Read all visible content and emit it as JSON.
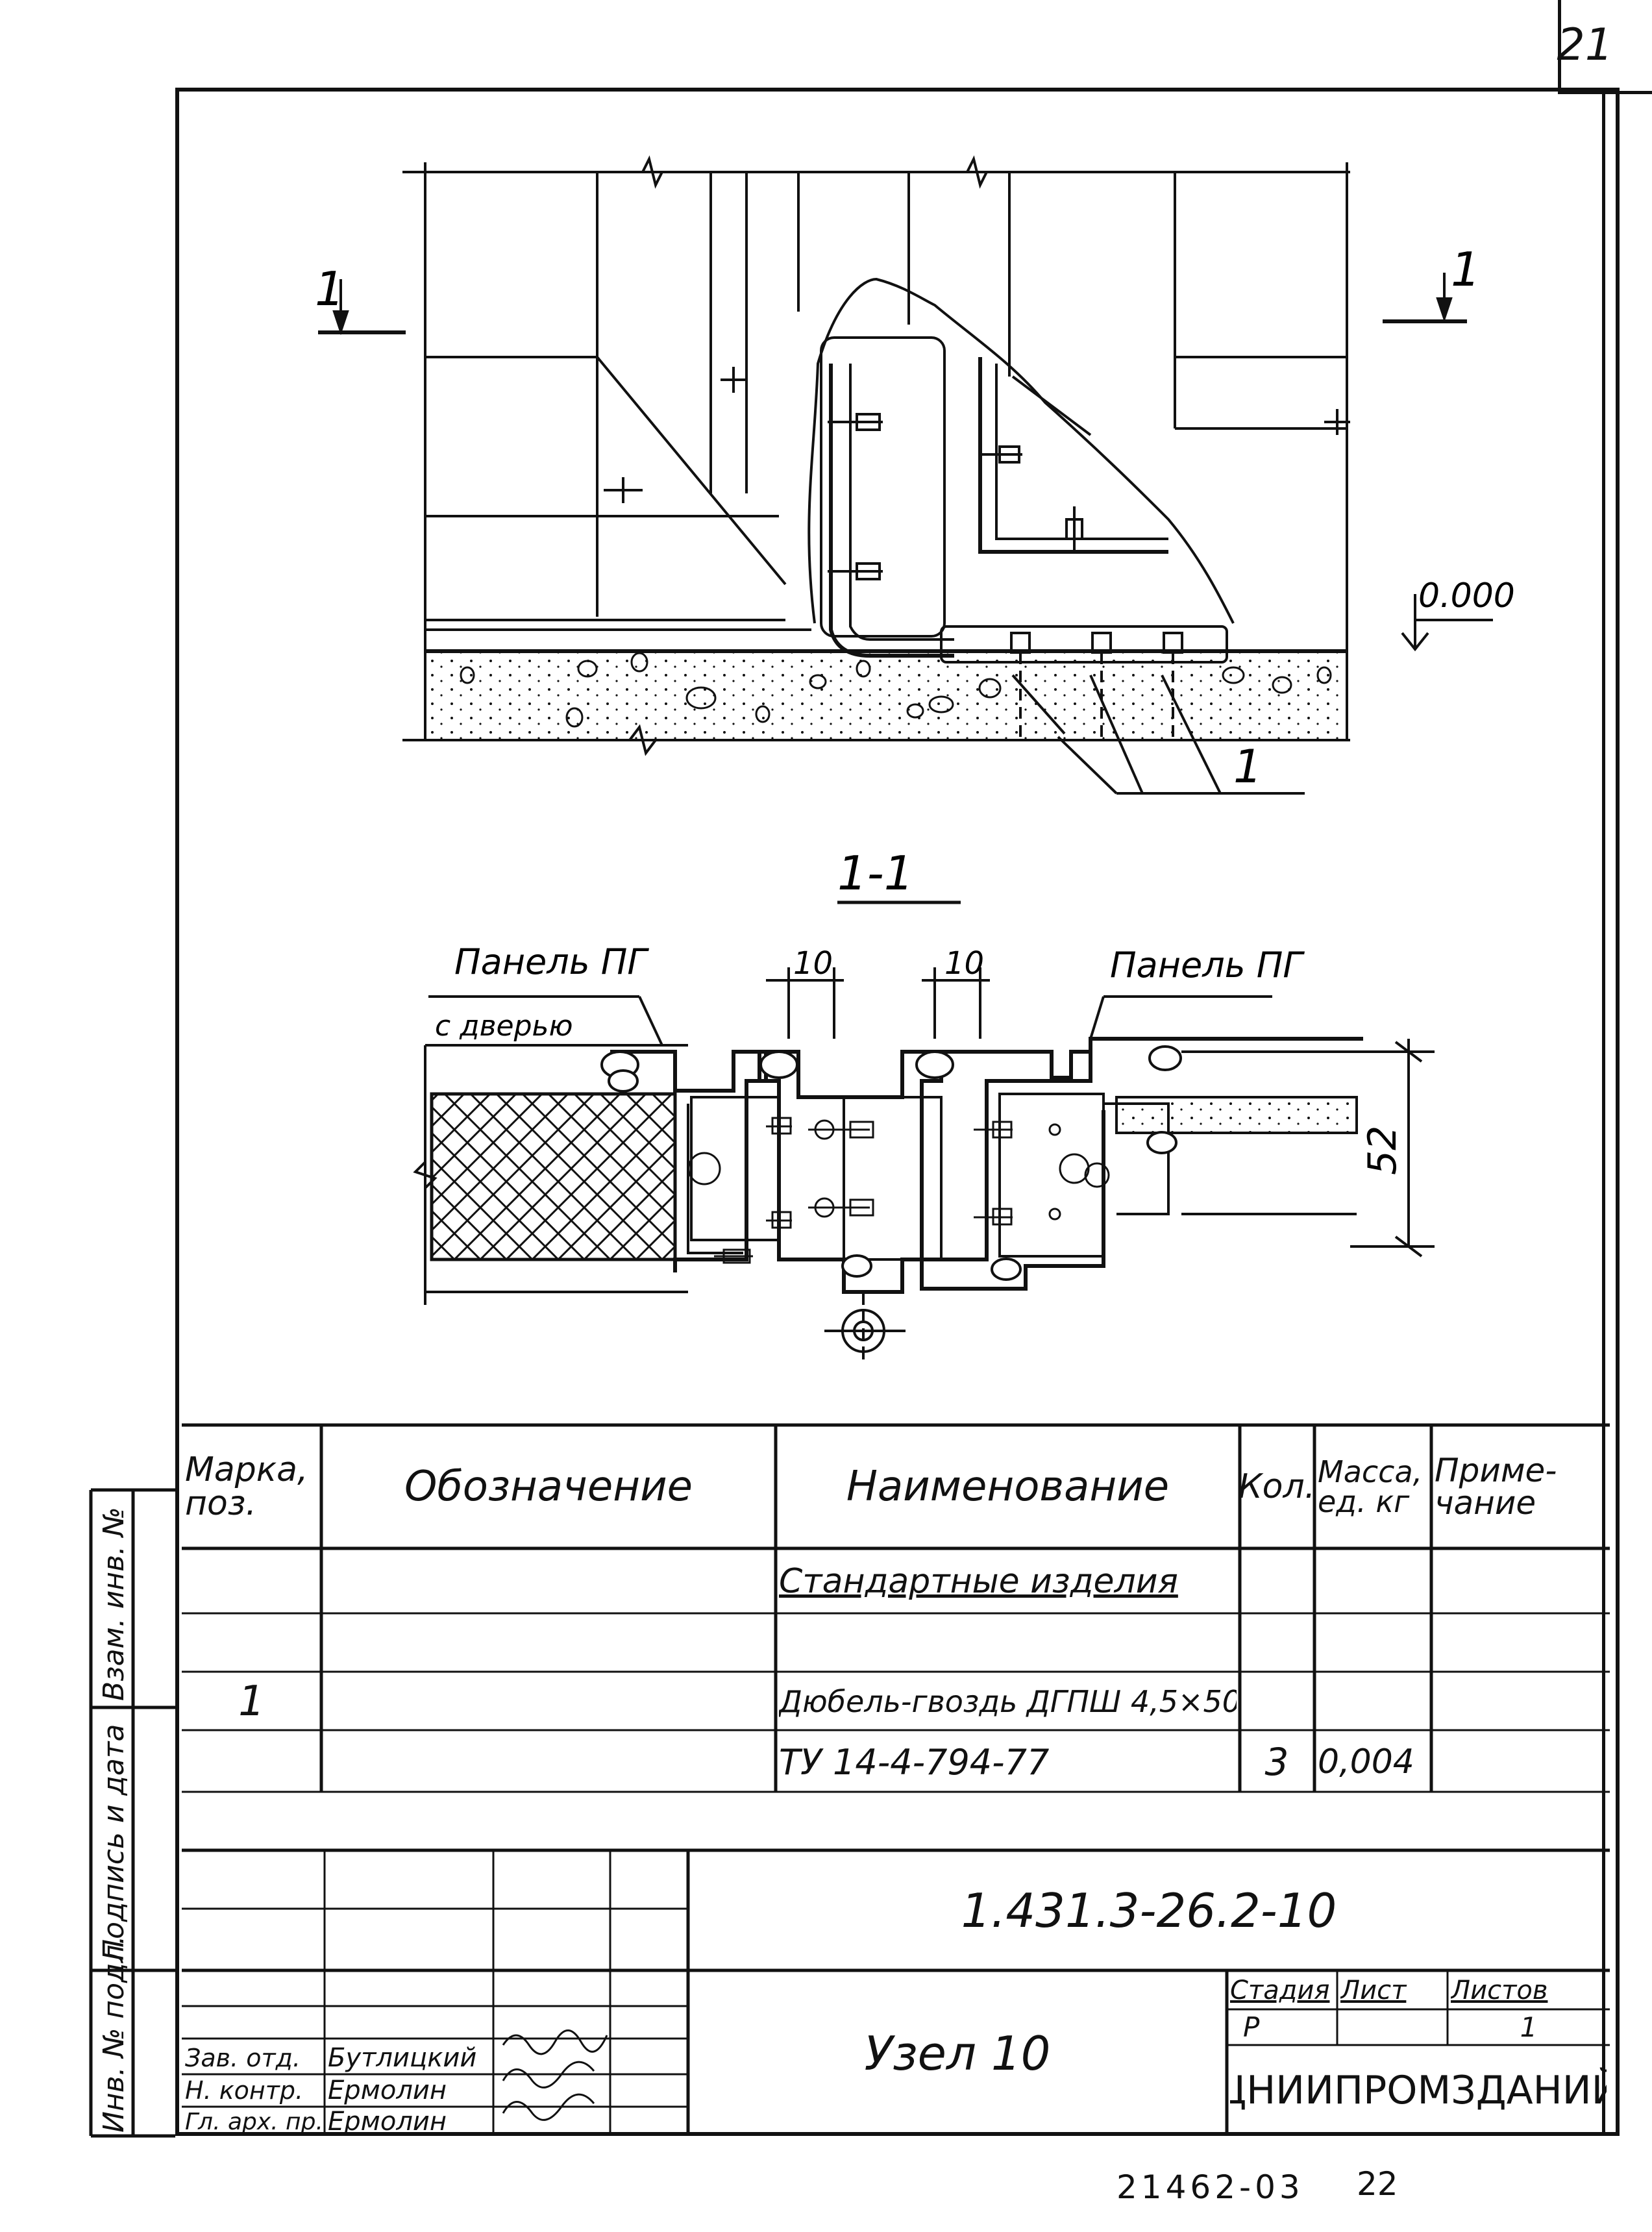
{
  "sheet": {
    "page_number": "21",
    "bottom_code": "21462-03",
    "bottom_page": "22"
  },
  "drawing": {
    "section_mark_left": "1",
    "section_mark_right": "1",
    "level_mark": "0.000",
    "callout_position": "1",
    "section_title": "1-1",
    "label_panel_left_line1": "Панель ПГ",
    "label_panel_left_line2": "с дверью",
    "label_panel_right": "Панель ПГ",
    "dim_gap_left": "10",
    "dim_gap_right": "10",
    "dim_height": "52"
  },
  "spec_table": {
    "headers": {
      "mark": "Марка, поз.",
      "designation": "Обозначение",
      "name": "Наименование",
      "qty": "Кол.",
      "mass": "Масса, ед. кг",
      "note": "Приме- чание"
    },
    "group_title": "Стандартные изделия",
    "rows": [
      {
        "mark": "1",
        "designation": "",
        "name": "Дюбель-гвоздь ДГПШ 4,5×50",
        "qty": "",
        "mass": "",
        "note": ""
      },
      {
        "mark": "",
        "designation": "",
        "name": "ТУ 14-4-794-77",
        "qty": "3",
        "mass": "0,004",
        "note": ""
      }
    ]
  },
  "title_block": {
    "doc_code": "1.431.3-26.2-10",
    "title": "Узел 10",
    "stage_label": "Стадия",
    "sheet_label": "Лист",
    "sheets_label": "Листов",
    "stage_value": "Р",
    "sheet_value": "",
    "sheets_value": "1",
    "organization": "ЦНИИПРОМЗДАНИЙ",
    "signers": [
      {
        "role": "Зав. отд.",
        "name": "Бутлицкий"
      },
      {
        "role": "Н. контр.",
        "name": "Ермолин"
      },
      {
        "role": "Гл. арх. пр.",
        "name": "Ермолин"
      }
    ]
  },
  "side_stamp": {
    "inv_orig": "Инв. № подл.",
    "sign_date": "Подпись и дата",
    "replace_inv": "Взам. инв. №"
  }
}
